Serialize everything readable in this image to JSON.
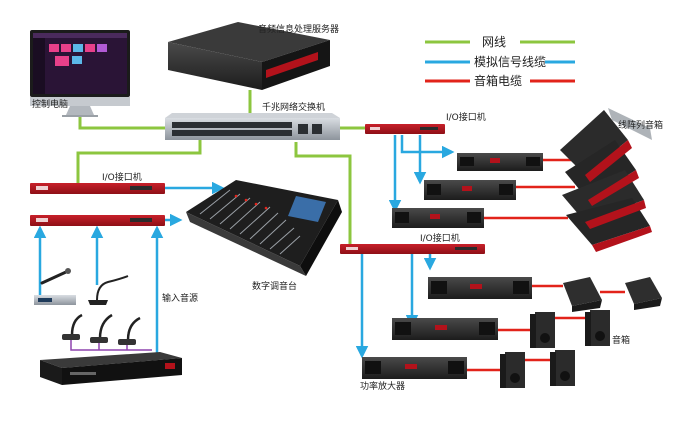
{
  "legend": {
    "network": "网线",
    "analog": "模拟信号线缆",
    "speaker": "音箱电缆"
  },
  "labels": {
    "pc": "控制电脑",
    "server": "音频信息处理服务器",
    "switch": "千兆网络交换机",
    "io_top_right": "I/O接口机",
    "io_left": "I/O接口机",
    "io_mid_right": "I/O接口机",
    "line_array": "线阵列音箱",
    "mixer": "数字调音台",
    "input_source": "输入音源",
    "speaker_box": "音箱",
    "amplifier": "功率放大器"
  },
  "colors": {
    "network": "#8cc63f",
    "analog": "#29a8e0",
    "speaker": "#e2231a",
    "device_dark": "#2b2b2b",
    "device_red": "#b3121b"
  }
}
